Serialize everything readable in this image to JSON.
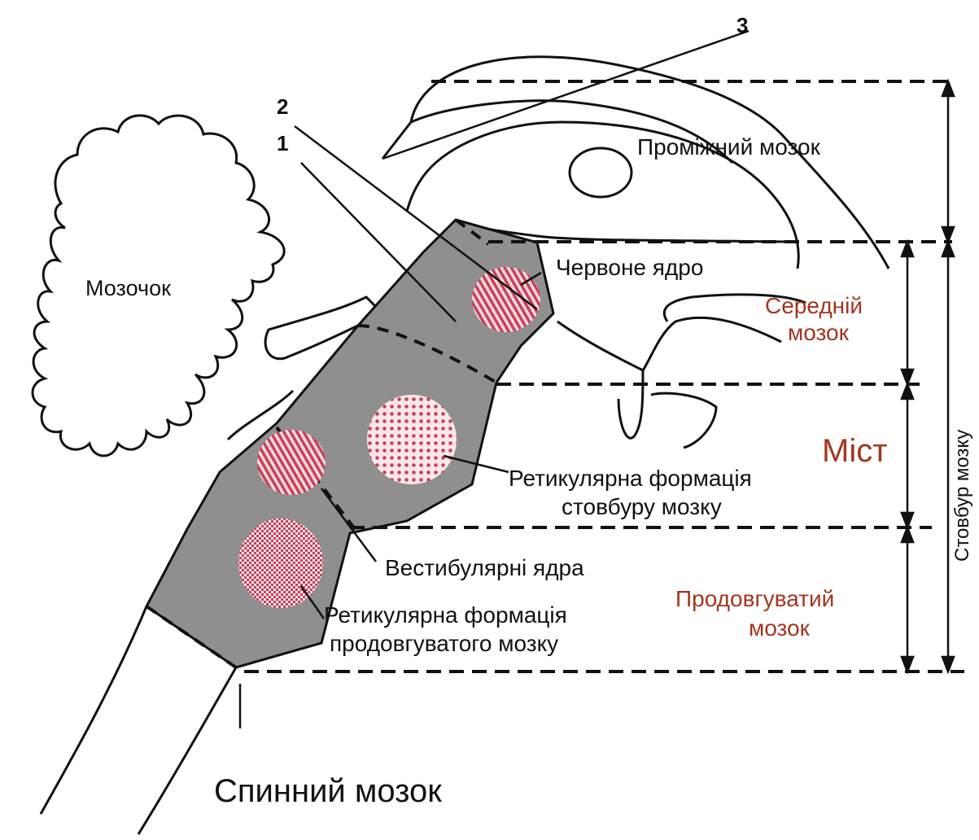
{
  "labels": {
    "cerebellum": "Мозочок",
    "diencephalon": "Проміжний мозок",
    "red_nucleus": "Червоне ядро",
    "midbrain_line1": "Середній",
    "midbrain_line2": "мозок",
    "pons": "Міст",
    "reticular_brainstem_line1": "Ретикулярна формація",
    "reticular_brainstem_line2": "стовбуру мозку",
    "vestibular_nuclei": "Вестибулярні ядра",
    "reticular_medulla_line1": "Ретикулярна формація",
    "reticular_medulla_line2": "продовгуватого мозку",
    "medulla_line1": "Продовгуватий",
    "medulla_line2": "мозок",
    "brainstem": "Стовбур мозку",
    "spinal_cord": "Спинний мозок"
  },
  "numbers": [
    "1",
    "2",
    "3"
  ],
  "colors": {
    "brainstem_fill": "#8f8f8f",
    "nucleus_pink": "#e8a3ae",
    "nucleus_red": "#c8405a",
    "label_red": "#a3361e"
  }
}
